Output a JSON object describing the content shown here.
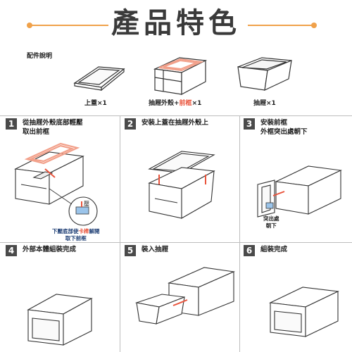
{
  "header": {
    "title": "產品特色",
    "accent_color": "#f0a14a"
  },
  "parts": {
    "label": "配件說明",
    "items": [
      {
        "prefix": "上蓋",
        "highlight": "",
        "suffix": "",
        "qty": "×1"
      },
      {
        "prefix": "抽屜外殼+",
        "highlight": "前框",
        "suffix": "",
        "qty": "×1"
      },
      {
        "prefix": "抽屜",
        "highlight": "",
        "suffix": "",
        "qty": "×1"
      }
    ]
  },
  "steps": [
    {
      "num": "1",
      "lines": [
        "從抽屜外殼底部輕壓",
        "取出前框"
      ]
    },
    {
      "num": "2",
      "lines": [
        "安裝上蓋在抽屜外殼上"
      ]
    },
    {
      "num": "3",
      "lines": [
        "安裝前框",
        "外框突出處朝下"
      ]
    },
    {
      "num": "4",
      "lines": [
        "外部本體組裝完成"
      ]
    },
    {
      "num": "5",
      "lines": [
        "裝入抽屜"
      ]
    },
    {
      "num": "6",
      "lines": [
        "組裝完成"
      ]
    }
  ],
  "callouts": {
    "press": "壓",
    "step1_note_a": "下壓底部使",
    "step1_note_hl": "卡榫",
    "step1_note_b": "解開",
    "step1_note_c": "取下前框",
    "step3_note_a": "突出處",
    "step3_note_b": "朝下"
  },
  "colors": {
    "highlight": "#e9533b",
    "note": "#1b3c73",
    "frame": "#f2a08a"
  }
}
